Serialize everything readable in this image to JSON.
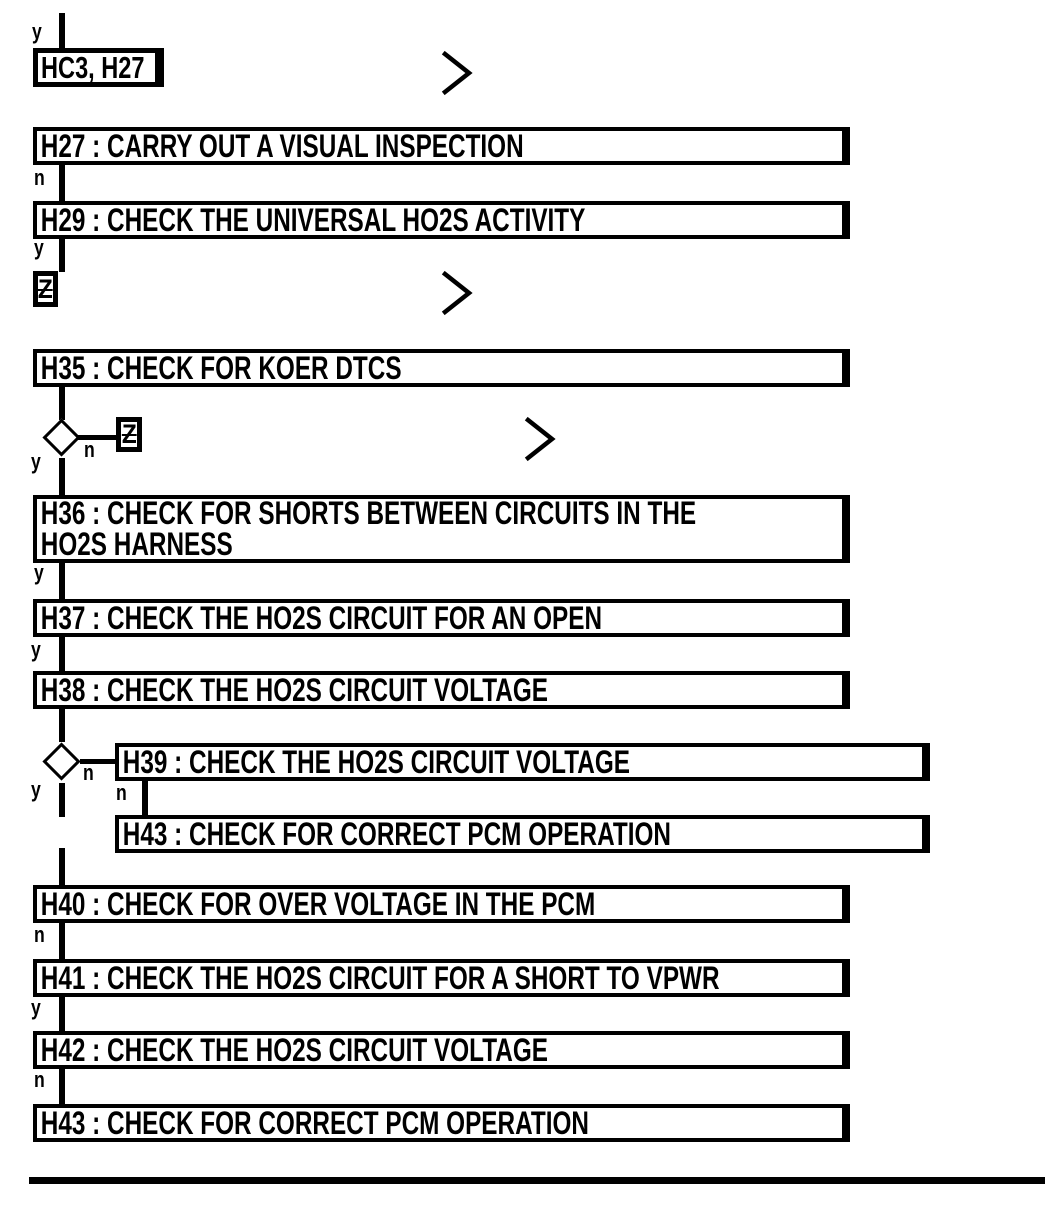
{
  "diagram": {
    "type": "diagnostic-flowchart",
    "colors": {
      "line": "#000000",
      "background": "#ffffff"
    },
    "labels": {
      "yes": "y",
      "no": "n",
      "connector": "Z"
    },
    "nodes": {
      "entry": "HC3, H27",
      "h27": "H27 : CARRY OUT A VISUAL INSPECTION",
      "h29": "H29 : CHECK THE UNIVERSAL HO2S ACTIVITY",
      "h35": "H35 : CHECK FOR KOER DTCS",
      "h36_line1": "H36 : CHECK FOR SHORTS BETWEEN CIRCUITS IN THE",
      "h36_line2": "HO2S HARNESS",
      "h37": "H37 : CHECK THE HO2S CIRCUIT FOR AN OPEN",
      "h38": "H38 : CHECK THE HO2S CIRCUIT VOLTAGE",
      "h39": "H39 : CHECK THE HO2S CIRCUIT VOLTAGE",
      "h43_branch": "H43 : CHECK FOR CORRECT PCM OPERATION",
      "h40": "H40 : CHECK FOR OVER VOLTAGE IN THE PCM",
      "h41": "H41 : CHECK THE HO2S CIRCUIT FOR A SHORT TO VPWR",
      "h42": "H42 : CHECK THE HO2S CIRCUIT VOLTAGE",
      "h43": "H43 : CHECK FOR CORRECT PCM OPERATION"
    }
  }
}
